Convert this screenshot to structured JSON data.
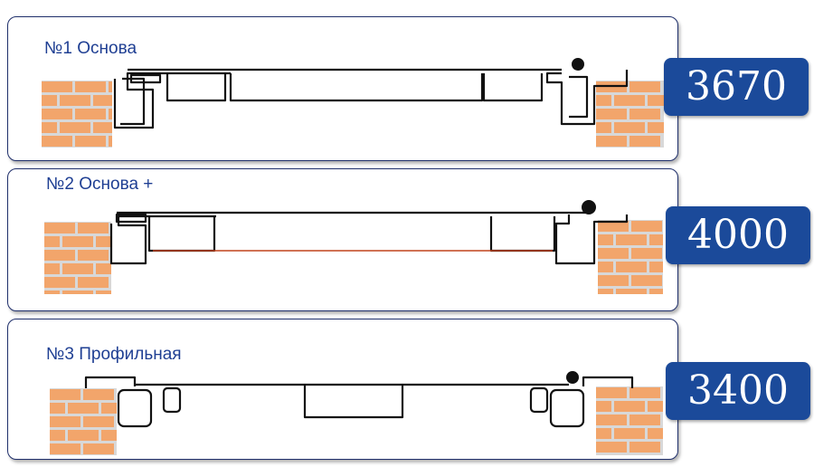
{
  "colors": {
    "title_text": "#1f3f93",
    "price_badge": "#1b4a9a",
    "card_border": "#1f2f6b",
    "brick": "#f2a56b",
    "mortar": "#d8d8d8",
    "line": "#111111",
    "accent_line": "#c0431b"
  },
  "variants": [
    {
      "title": "№1 Основа",
      "price": "3670"
    },
    {
      "title": "№2 Основа +",
      "price": "4000"
    },
    {
      "title": "№3 Профильная",
      "price": "3400"
    }
  ]
}
